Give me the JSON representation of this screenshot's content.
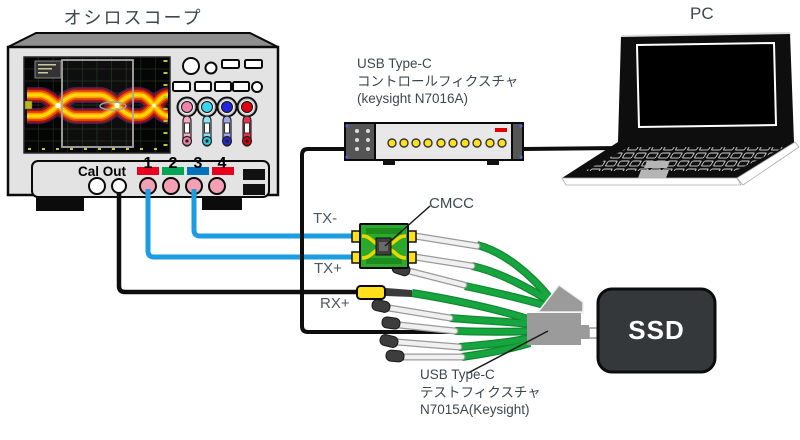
{
  "oscilloscope": {
    "title": "オシロスコープ",
    "cal_out_label": "Cal Out",
    "channel_labels": [
      "1",
      "2",
      "3",
      "4"
    ]
  },
  "pc": {
    "title": "PC"
  },
  "control_fixture": {
    "line1": "USB Type-C",
    "line2": "コントロールフィクスチャ",
    "line3": "(keysight N7016A)"
  },
  "cmcc": {
    "label": "CMCC"
  },
  "signal_labels": {
    "tx_minus": "TX-",
    "tx_plus": "TX+",
    "rx_plus": "RX+"
  },
  "ssd": {
    "label": "SSD"
  },
  "test_fixture": {
    "line1": "USB Type-C",
    "line2": "テストフィクスチャ",
    "line3": "N7015A(Keysight)"
  },
  "colors": {
    "cable_blue": "#1b9de2",
    "cable_green": "#17a53f",
    "cable_black": "#0d0d0d",
    "connector_yellow": "#ffe01a",
    "board_green": "#2ca82c",
    "channel1_tab": "#e8001c",
    "channel2_tab": "#00a651",
    "channel3_tab": "#0072bc",
    "channel4_tab": "#e8001c",
    "connector_pink": "#f3a0b5",
    "fixture_gray": "#9b9b9b",
    "ssd_dark": "#34383b",
    "label_text": "#3d4750"
  }
}
